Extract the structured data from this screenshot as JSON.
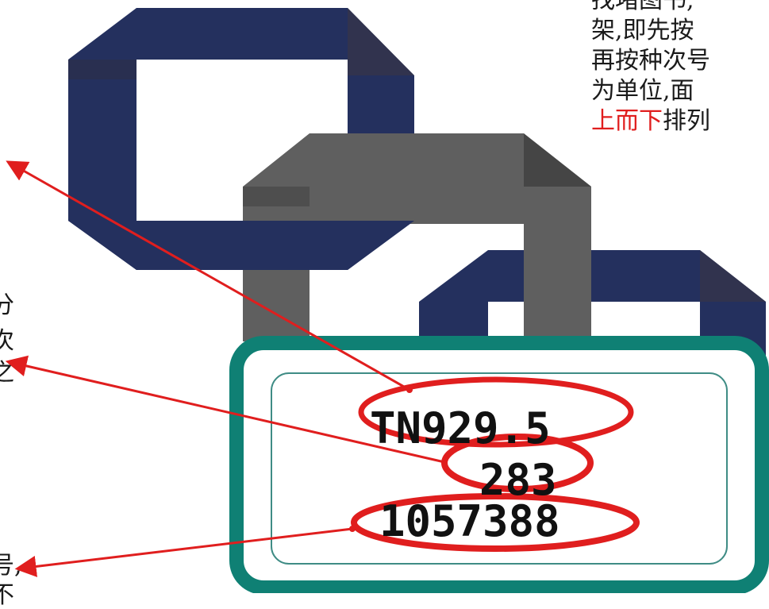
{
  "paragraph": {
    "line1": "找堵图书,",
    "line2": "架,即先按",
    "line3": "再按种次号",
    "line4": "为单位,面",
    "line5_red": "上而下",
    "line5_rest": "排列"
  },
  "left_fragments": {
    "a": "分",
    "b": "次",
    "c": "之",
    "d": "号,",
    "e": "不"
  },
  "call_number_label": {
    "class_number": "TN929.5",
    "book_number": "283",
    "barcode_number": "1057388"
  },
  "colors": {
    "chain_navy": "#24305e",
    "chain_gray": "#5f5f5f",
    "label_teal": "#0f8074",
    "annotation_red": "#e01e1e",
    "paragraph_accent_red": "#e01e1e"
  }
}
